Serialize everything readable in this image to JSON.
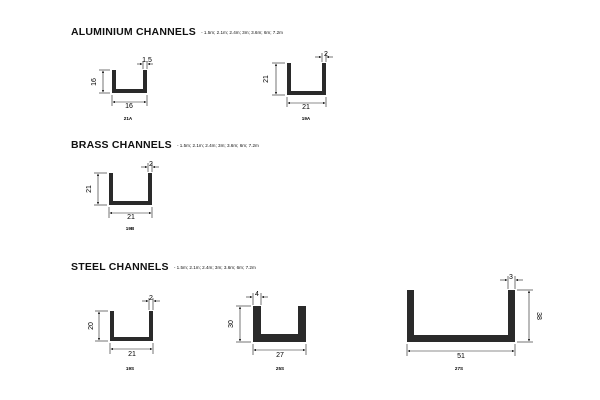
{
  "sections": {
    "aluminium": {
      "title": "ALUMINIUM CHANNELS",
      "sizes": "- 1.5m; 2.1m; 2.4m; 3m; 3.6m; 6m; 7.2m",
      "profiles": [
        {
          "code": "21A",
          "width": "16",
          "height": "16",
          "thickness": "1.5"
        },
        {
          "code": "19A",
          "width": "21",
          "height": "21",
          "thickness": "2"
        }
      ]
    },
    "brass": {
      "title": "BRASS CHANNELS",
      "sizes": "- 1.5m; 2.1m; 2.4m; 3m; 3.6m; 6m; 7.2m",
      "profiles": [
        {
          "code": "19B",
          "width": "21",
          "height": "21",
          "thickness": "2"
        }
      ]
    },
    "steel": {
      "title": "STEEL CHANNELS",
      "sizes": "- 1.5m; 2.1m; 2.4m; 3m; 3.6m; 6m; 7.2m",
      "profiles": [
        {
          "code": "19S",
          "width": "21",
          "height": "20",
          "thickness": "2"
        },
        {
          "code": "25S",
          "width": "27",
          "height": "30",
          "thickness": "4"
        },
        {
          "code": "27S",
          "width": "51",
          "height": "38",
          "thickness": "3"
        }
      ]
    }
  },
  "colors": {
    "profile_fill": "#2a2a2a",
    "line": "#1a1a1a"
  }
}
